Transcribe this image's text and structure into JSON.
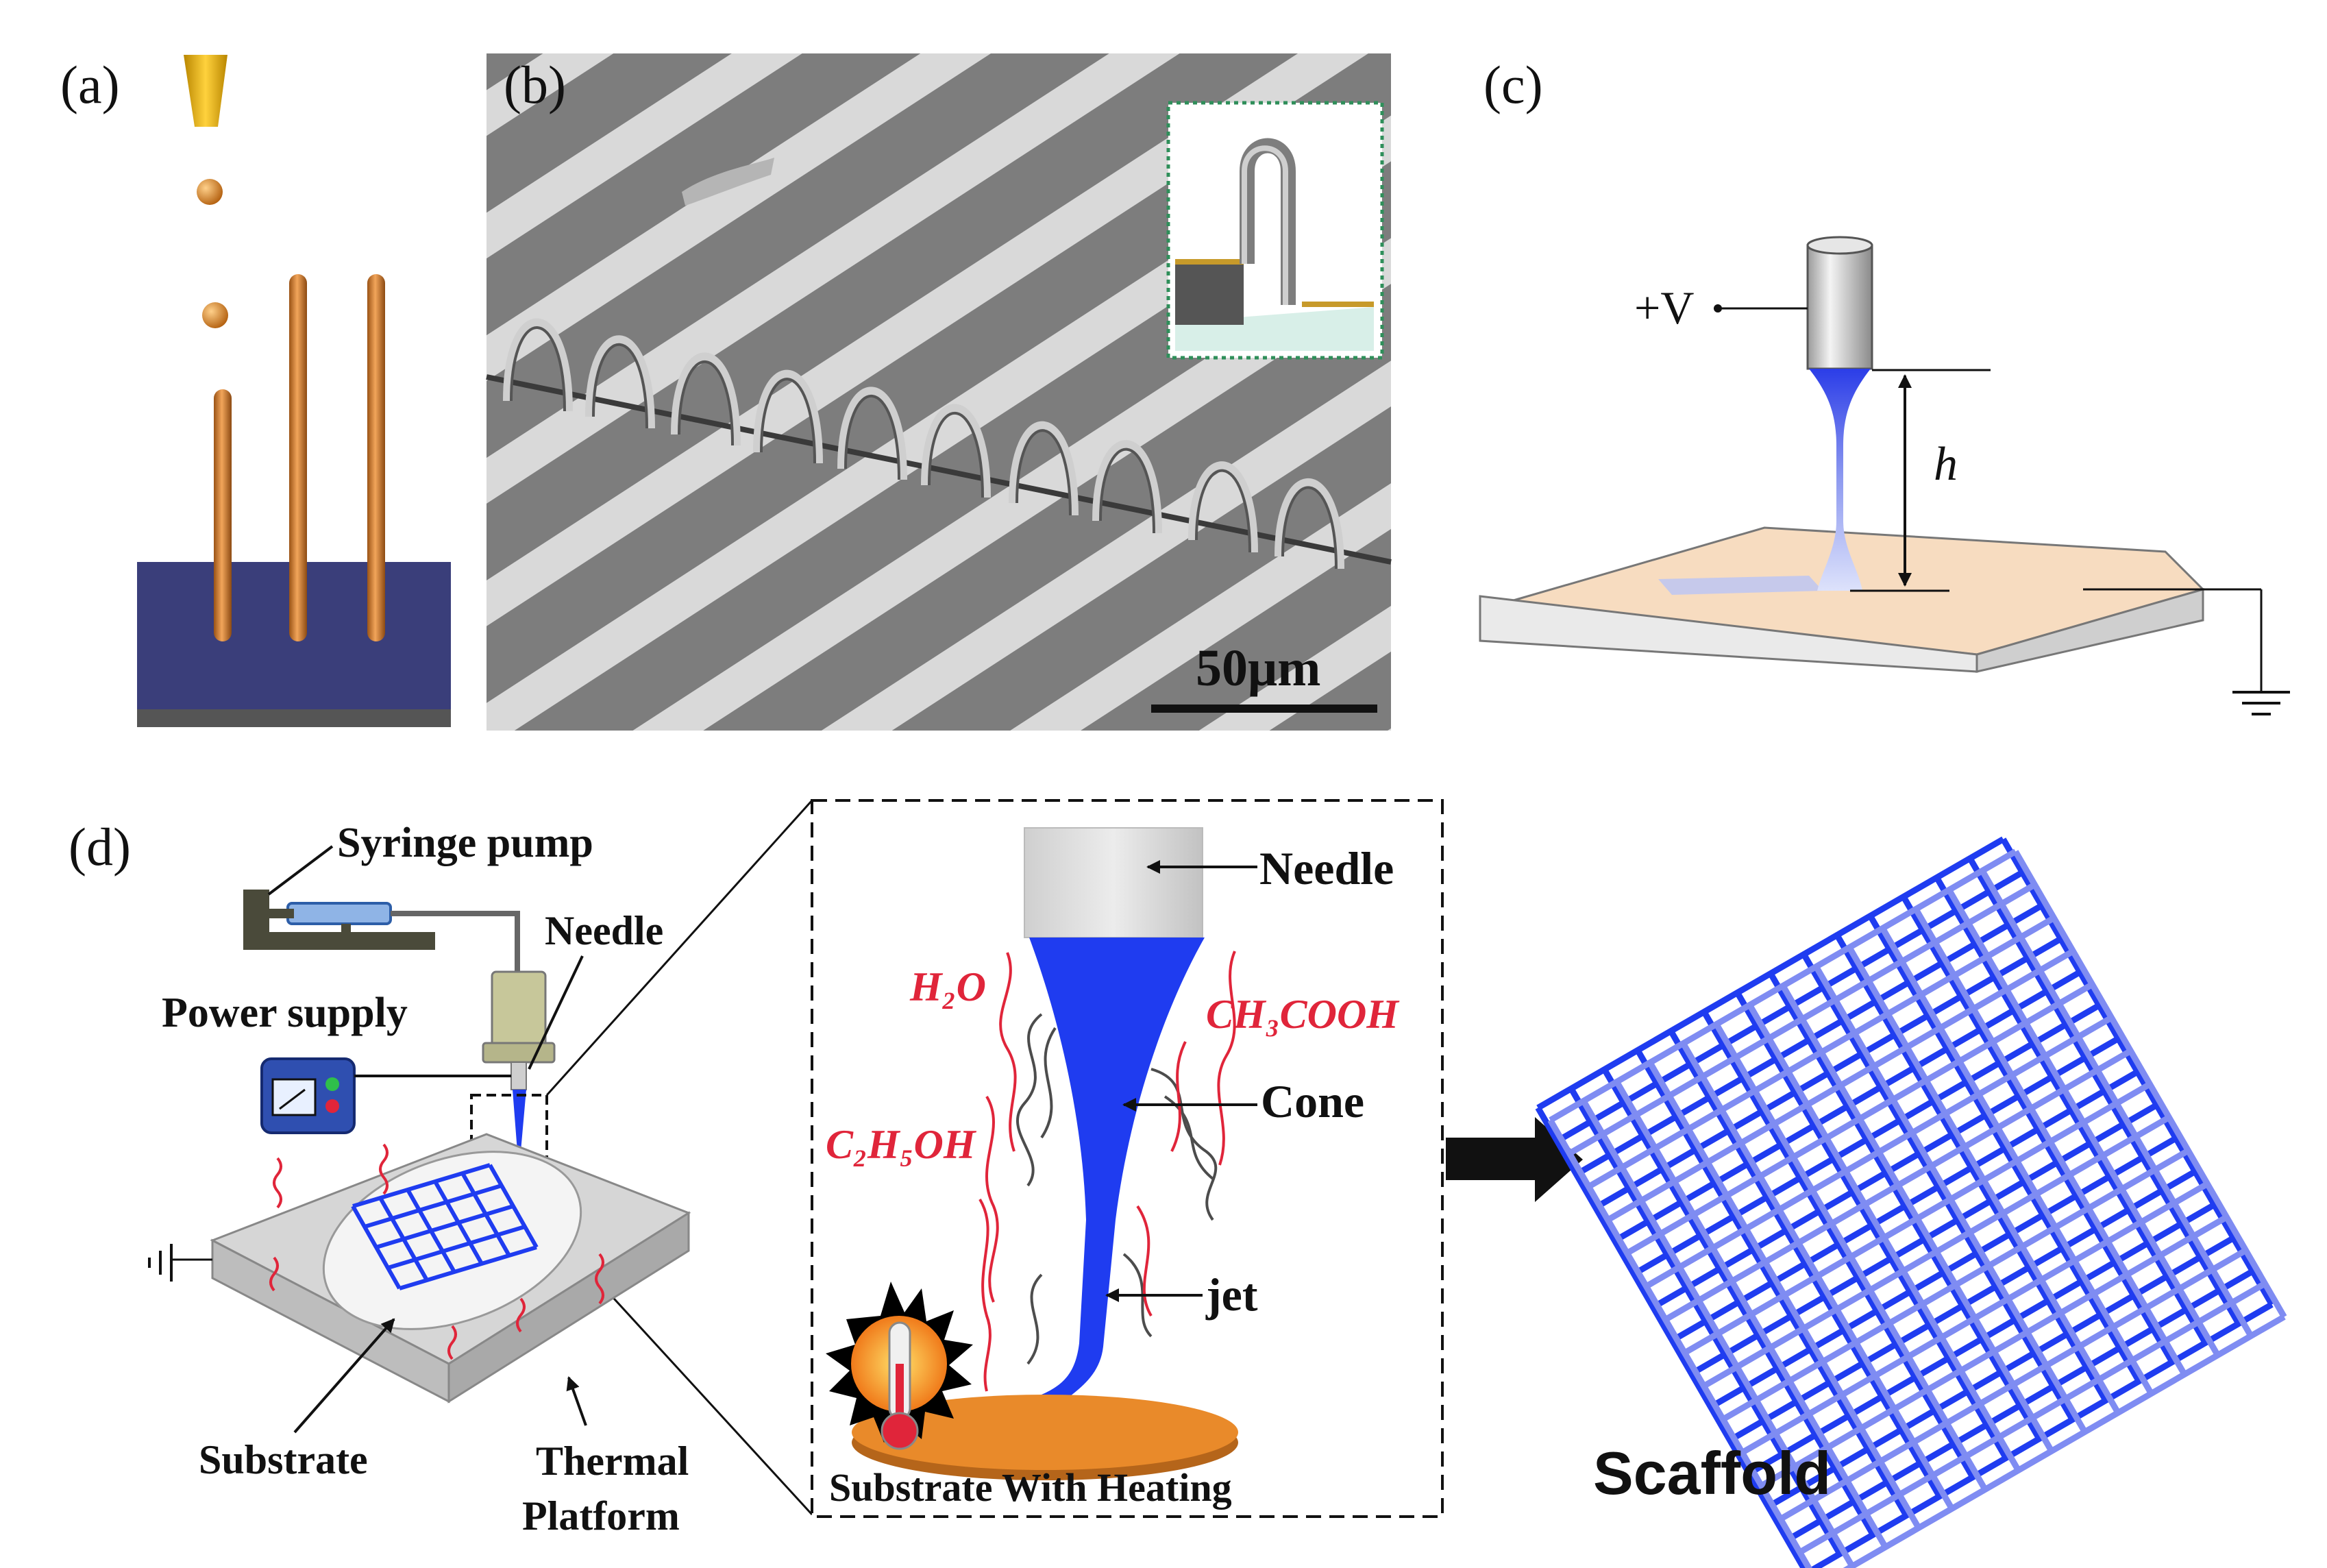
{
  "panels": {
    "a": {
      "label": "(a)"
    },
    "b": {
      "label": "(b)",
      "scale_bar": "50μm"
    },
    "c": {
      "label": "(c)",
      "voltage": "+V",
      "height": "h"
    },
    "d": {
      "label": "(d)",
      "syringe_pump": "Syringe pump",
      "needle": "Needle",
      "power_supply": "Power supply",
      "substrate": "Substrate",
      "thermal_platform_1": "Thermal",
      "thermal_platform_2": "Platform",
      "inset": {
        "needle": "Needle",
        "h2o": "H₂O",
        "ch3cooh": "CH₃COOH",
        "c2h5oh": "C₂H₅OH",
        "cone": "Cone",
        "jet": "jet",
        "substrate_heating": "Substrate With Heating"
      },
      "scaffold": "Scaffold"
    }
  },
  "colors": {
    "nanowire": "#cf7a2c",
    "substrate_a": "#3a3e7a",
    "ink_blue": "#1f3cf0",
    "chem_red": "#e0253a",
    "plate_peach": "#f7dcc0",
    "heater_orange": "#e98a2a"
  }
}
